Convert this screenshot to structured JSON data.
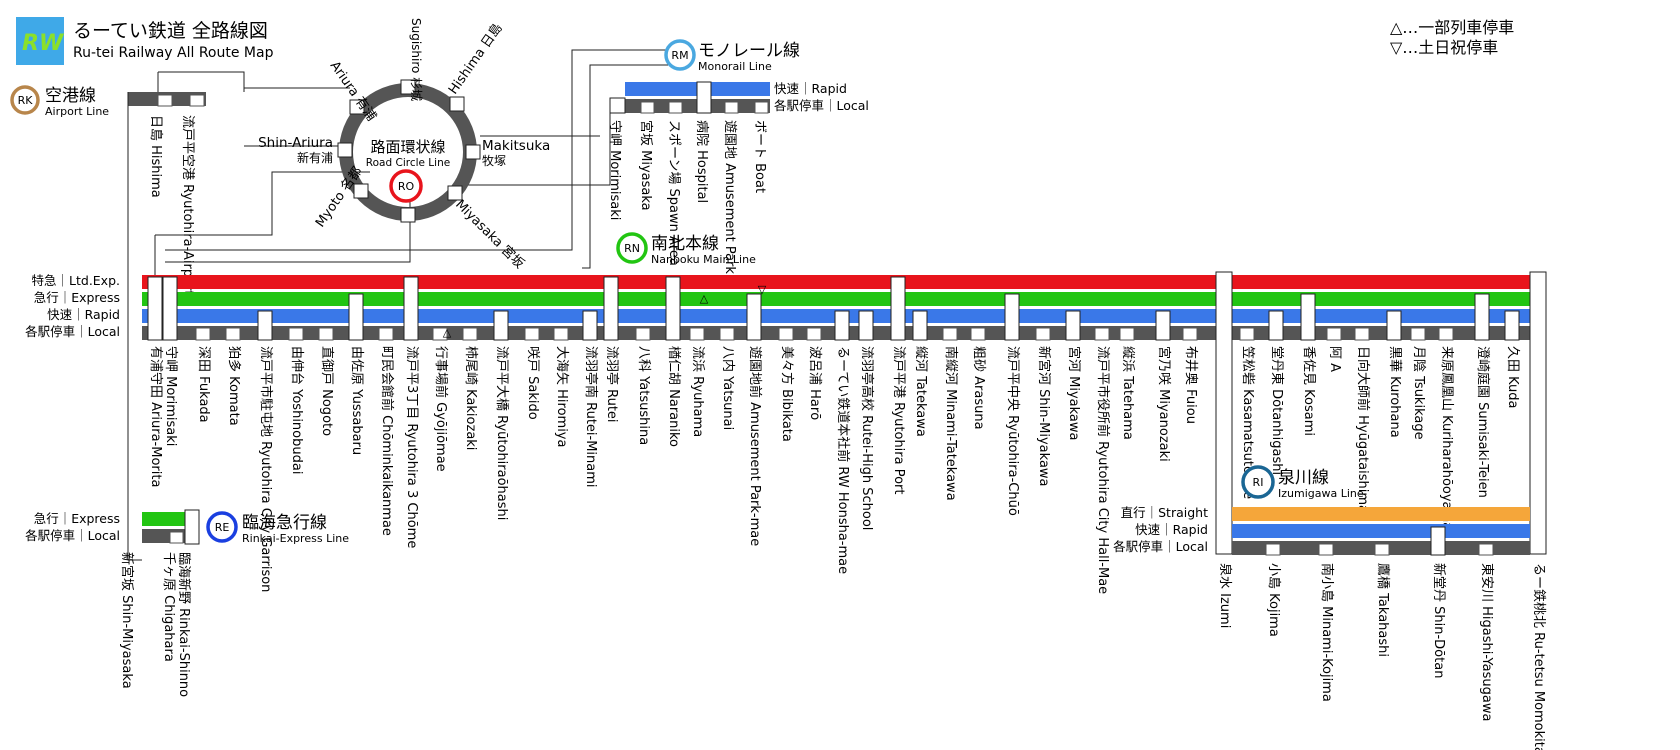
{
  "header": {
    "logo_text": "RW",
    "title_jp": "るーてい鉄道 全路線図",
    "title_en": "Ru-tei Railway All Route Map"
  },
  "legend": {
    "partial": "△…一部列車停車",
    "weekend": "▽…土日祝停車"
  },
  "colors": {
    "ltd": "#e8141c",
    "express": "#22c512",
    "rapid": "#3a78e8",
    "local": "#555555",
    "straight": "#f5a63a",
    "circle": "#555555",
    "rk": "#b8864b",
    "rm": "#4aa8e0",
    "ro": "#e8141c",
    "rn": "#22c512",
    "re": "#1a3fe0",
    "ri": "#1a6694"
  },
  "lines": {
    "airport": {
      "code": "RK",
      "jp": "空港線",
      "en": "Airport Line"
    },
    "monorail": {
      "code": "RM",
      "jp": "モノレール線",
      "en": "Monorail Line"
    },
    "circle": {
      "code": "RO",
      "jp": "路面環状線",
      "en": "Road Circle Line"
    },
    "nanboku": {
      "code": "RN",
      "jp": "南北本線",
      "en": "Nanboku Main Line"
    },
    "rinkai": {
      "code": "RE",
      "jp": "臨海急行線",
      "en": "Rinkai-Express Line"
    },
    "izumigawa": {
      "code": "RI",
      "jp": "泉川線",
      "en": "Izumigawa Line"
    }
  },
  "service_labels": {
    "ltd": "特急｜Ltd.Exp.",
    "express": "急行｜Express",
    "rapid": "快速｜Rapid",
    "local": "各駅停車｜Local",
    "straight": "直行｜Straight"
  },
  "monorail_services": {
    "rapid": "快速｜Rapid",
    "local": "各駅停車｜Local"
  },
  "circle_stations": {
    "sugishiro": "Sugishiro 杉城",
    "hishima": "Hishima 日島",
    "ariura": "Ariura 有浦",
    "shin_ariura_en": "Shin-Ariura",
    "shin_ariura_jp": "新有浦",
    "makitsuka_en": "Makitsuka",
    "makitsuka_jp": "牧塚",
    "myoto": "Myoto 名都",
    "miyasaka": "Miyasaka 宮坂"
  },
  "airport_stations": [
    {
      "name": "日島 Hishima"
    },
    {
      "name": "流戸平空港 Ryutohira-Airport"
    }
  ],
  "monorail_stations": [
    {
      "name": "守岬 Morimisaki"
    },
    {
      "name": "宮坂 Miyasaka"
    },
    {
      "name": "スポーン場 Spawn Area"
    },
    {
      "name": "病院 Hospital"
    },
    {
      "name": "遊園地 Amusement Park"
    },
    {
      "name": "ボート Boat"
    }
  ],
  "main_stations": [
    {
      "name": "有浦守田 Ariura-Morita"
    },
    {
      "name": "守岬 Morimisaki"
    },
    {
      "name": "深田 Fukada"
    },
    {
      "name": "狛多 Komata"
    },
    {
      "name": "流戸平市駐屯地 Ryutohira City Garrison"
    },
    {
      "name": "由伸台 Yoshinobudai"
    },
    {
      "name": "直御戸 Nogoto"
    },
    {
      "name": "由佐原 Yussabaru"
    },
    {
      "name": "町民会館前 Chōminkaikanmae"
    },
    {
      "name": "流戸平3丁目 Ryutohira 3 Chōme"
    },
    {
      "name": "行事場前 Gyōjiōmae"
    },
    {
      "name": "柿尾崎 Kakiozaki"
    },
    {
      "name": "流戸平大橋 Ryūtohiraōhashi"
    },
    {
      "name": "咲戸 Sakido"
    },
    {
      "name": "大海矢 Hiromiya"
    },
    {
      "name": "流羽亭南 Rutei-Minami"
    },
    {
      "name": "流羽亭 Rutei"
    },
    {
      "name": "八科 Yatsushina"
    },
    {
      "name": "楢仁胡 Naraniko"
    },
    {
      "name": "流浜 Ryuhama"
    },
    {
      "name": "八内 Yatsunai"
    },
    {
      "name": "遊園地前 Amusement Park-mae"
    },
    {
      "name": "美々方 Bibikata"
    },
    {
      "name": "波呂浦 Harō"
    },
    {
      "name": "るーてい鉄道本社前 RW Honsha-mae"
    },
    {
      "name": "流羽亭高校 Rutei-High School"
    },
    {
      "name": "流戸平港 Ryutohira Port"
    },
    {
      "name": "縦河 Tatekawa"
    },
    {
      "name": "南縦河 Minami-Tatekawa"
    },
    {
      "name": "粗砂 Arasuna"
    },
    {
      "name": "流戸平中央 Ryūtohira-Chūō"
    },
    {
      "name": "新宮河 Shin-Miyakawa"
    },
    {
      "name": "宮河 Miyakawa"
    },
    {
      "name": "流戸平市役所前 Ryutohira City Hall-Mae"
    },
    {
      "name": "縦浜 Tatehama"
    },
    {
      "name": "宮乃咲 Miyanozaki"
    },
    {
      "name": "布井奥 Fuiou"
    }
  ],
  "north_stations": [
    {
      "name": "笠松砦 Kasamatsutoride"
    },
    {
      "name": "堂丹東 Dōtanhigashi"
    },
    {
      "name": "香佐見 Kosami"
    },
    {
      "name": "阿 A"
    },
    {
      "name": "日向大師前 Hyūgataishimae"
    },
    {
      "name": "黒華 Kurohana"
    },
    {
      "name": "月陰 Tsukikage"
    },
    {
      "name": "来原鳳凰山 Kuriharahōoyama"
    },
    {
      "name": "澄崎庭園 Sumisaki-Teien"
    },
    {
      "name": "久田 Kuda"
    }
  ],
  "rinkai_stations": [
    {
      "name": "新宮坂 Shin-Miyasaka"
    },
    {
      "name": "千ヶ原 Chigahara"
    },
    {
      "name": "臨海新野 Rinkai-Shinno"
    }
  ],
  "izumigawa_stations": [
    {
      "name": "泉水 Izumi"
    },
    {
      "name": "小島 Kojima"
    },
    {
      "name": "南小島 Minami-Kojima"
    },
    {
      "name": "鷹橋 Takahashi"
    },
    {
      "name": "新堂丹 Shin-Dōtan"
    },
    {
      "name": "東安川 Higashi-Yasugawa"
    },
    {
      "name": "るー鉄桃北 Ru-tetsu Momokita"
    }
  ],
  "markers": {
    "partial": "△",
    "weekend": "▽"
  }
}
